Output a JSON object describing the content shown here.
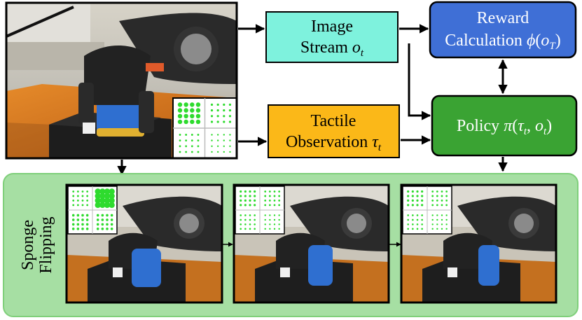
{
  "image_stream": {
    "line1": "Image",
    "line2": "Stream ",
    "symbol": "o",
    "sub": "t"
  },
  "tactile_observation": {
    "line1": "Tactile",
    "line2": "Observation ",
    "symbol": "τ",
    "sub": "t"
  },
  "reward_calculation": {
    "line1": "Reward",
    "line2": "Calculation ",
    "symbol": "ϕ",
    "open": "(",
    "arg": "o",
    "sub": "T",
    "close": ")"
  },
  "policy": {
    "label": "Policy ",
    "symbol": "π",
    "open": "(",
    "arg1": "τ",
    "sub1": "t",
    "comma": ", ",
    "arg2": "o",
    "sub2": "t",
    "close": ")"
  },
  "sequence": {
    "label_line1": "Sponge",
    "label_line2": "Flipping"
  },
  "colors": {
    "image_stream": "#7ef2dd",
    "tactile": "#fbb818",
    "reward": "#3f6fd6",
    "policy": "#3aa333",
    "panel": "#a6dfa3",
    "panel_border": "#7fcf7a",
    "sponge": "#2f6fd0",
    "tactile_dot": "#2edb2e"
  }
}
